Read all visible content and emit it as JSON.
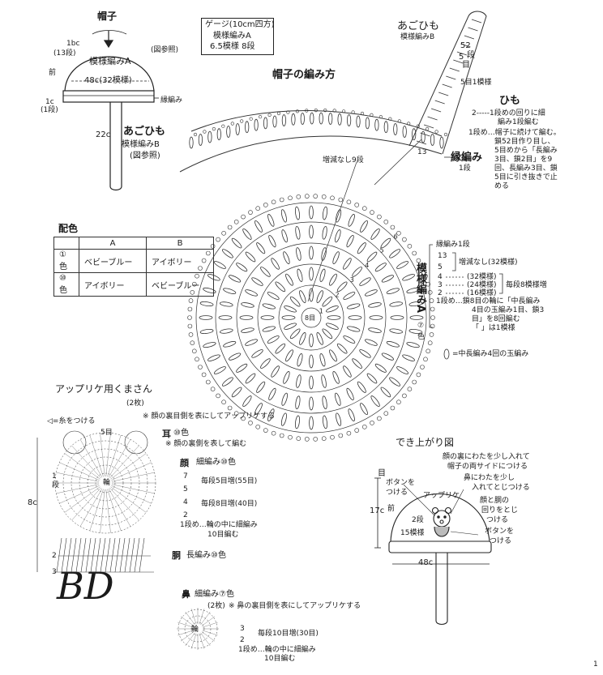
{
  "hat": {
    "title": "帽子",
    "top_label": "1bc",
    "top_label2": "(13段)",
    "pattern": "模様編みA",
    "ref": "(図参照)",
    "front": "前",
    "girth": "48c(32模様)",
    "edge": "縁編み",
    "band": "1c",
    "band2": "(1段)",
    "strap_len": "22c",
    "strap_title": "あごひも",
    "strap_pattern": "模様編みB",
    "strap_ref": "(図参照)"
  },
  "gauge": {
    "line1": "ゲージ(10cm四方)",
    "line2": "模様編みA",
    "line3": "6.5模様 8段"
  },
  "how_to": {
    "title": "帽子の編み方"
  },
  "chin_strap": {
    "title": "あごひも",
    "pattern": "模様編みB",
    "rows_a": "52",
    "rows_b": "段",
    "rows_c": "目",
    "rows_d": "5",
    "rows_e": "5目1模様",
    "strap_num": "13",
    "edge_label": "縁編み",
    "edge_rows": "1段"
  },
  "himo": {
    "title": "ひも",
    "line1": "2-----1段めの回りに細",
    "line2": "編み1段編む",
    "line3": "1段め…帽子に続けて編む。",
    "line4": "鎖52目作り目し、",
    "line5": "5目めから「長編み",
    "line6": "3目、鎖2目」を9",
    "line7": "回、長編み3目、鎖",
    "line8": "5目に引き抜きで止",
    "line9": "める"
  },
  "no_inc": "増減なし9段",
  "colors": {
    "title": "配色",
    "col_a": "A",
    "col_b": "B",
    "rows": [
      {
        "label": "①色",
        "a": "ベビーブルー",
        "b": "アイボリー"
      },
      {
        "label": "⑩色",
        "a": "アイボリー",
        "b": "ベビーブルー"
      }
    ]
  },
  "pattern_a": {
    "edge": "縁編み1段",
    "r13": "13",
    "r5": "5",
    "no_inc": "増減なし(32模様)",
    "r4": "4",
    "r3": "3",
    "r2": "2",
    "m32": "(32模様)",
    "m24": "(24模様)",
    "m16": "(16模様)",
    "per_row": "毎段8模様増",
    "r1a": "1段め…鎖8目の輪に「中長編み",
    "r1b": "4目の玉編み1目、鎖3",
    "r1c": "目」を8回編む",
    "r1d": "「 」は1模様",
    "vertical": "模様編みA",
    "color": "⑦",
    "color2": "色",
    "legend": "=中長編み4回の玉編み",
    "ring_center": "8目",
    "ring_labels": [
      "1",
      "2",
      "3",
      "4",
      "5",
      "6"
    ]
  },
  "bear": {
    "title": "アップリケ用くまさん",
    "count": "(2枚)",
    "thread": "◁=糸をつける",
    "note": "※ 顔の裏目側を表にしてアップリケする",
    "ear": "耳",
    "ear_color": "⑩色",
    "ear_note": "※ 顔の裏側を表して編む",
    "face": "顔",
    "face_pattern": "細編み⑩色",
    "f7": "7",
    "f5": "5",
    "f4": "4",
    "f2": "2",
    "f_inc5": "毎段5目増(55目)",
    "f_inc8": "毎段8目増(40目)",
    "f_r1": "1段め…輪の中に細編み",
    "f_r1b": "10目編む",
    "body": "胴",
    "body_pattern": "長編み⑩色",
    "five": "5目",
    "height": "8c",
    "row1": "1",
    "row1b": "段",
    "b2": "2",
    "b3": "3",
    "center": "輪"
  },
  "nose": {
    "title": "鼻",
    "pattern": "細編み⑦色",
    "count": "(2枚)",
    "note": "※ 鼻の裏目側を表にしてアップリケする",
    "n3": "3",
    "n2": "2",
    "inc": "毎段10目増(30目)",
    "r1": "1段め…輪の中に細編み",
    "r1b": "10目編む",
    "center": "輪"
  },
  "finished": {
    "title": "でき上がり図",
    "n1": "顔の裏にわたを少し入れて",
    "n2": "帽子の両サイドにつける",
    "n3": "鼻にわたを少し",
    "n4": "入れてとじつける",
    "eye": "目",
    "button1": "ボタンを",
    "button2": "つける",
    "applique": "アップリケ",
    "h17": "17c",
    "front": "前",
    "r2": "2段",
    "p15": "15模様",
    "n5": "顔と胴の",
    "n6": "回りをとじ",
    "n7": "つける",
    "n8": "ボタンを",
    "n9": "つける",
    "girth": "48c"
  },
  "logo": {
    "text": "BD"
  },
  "page_number": "1"
}
